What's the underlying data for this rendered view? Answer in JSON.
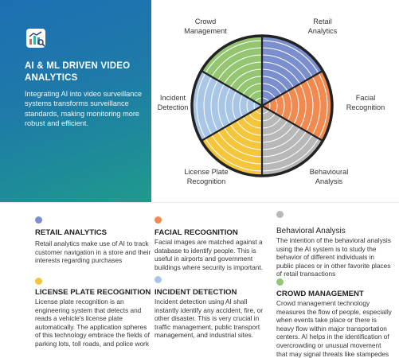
{
  "panel": {
    "icon": "analytics-icon",
    "title": "AI & ML DRIVEN VIDEO ANALYTICS",
    "description": "Integrating AI into video surveillance systems transforms surveillance standards, making monitoring more robust and efficient."
  },
  "wheel": {
    "labels": {
      "crowd": "Crowd Management",
      "retail": "Retail Analytics",
      "facial": "Facial Recognition",
      "behavioural": "Behavioural Analysis",
      "license": "License Plate Recognition",
      "incident": "Incident Detection"
    },
    "colors": {
      "retail": "#7b8fcf",
      "facial": "#f08a50",
      "behavioural": "#b8b8b8",
      "license": "#f5c63c",
      "incident": "#a9c6e6",
      "crowd": "#94c571"
    }
  },
  "items": [
    {
      "key": "retail",
      "title": "RETAIL ANALYTICS",
      "color": "#7b8fcf",
      "text": "Retail analytics make use of AI to track customer navigation in a store and their interests regarding purchases"
    },
    {
      "key": "facial",
      "title": "FACIAL RECOGNITION",
      "color": "#f08a50",
      "text": "Facial images are matched against a database to identify people. This is useful in airports and government buildings where security is important."
    },
    {
      "key": "behavioural",
      "title": "Behavioral Analysis",
      "color": "#b8b8b8",
      "text": "The intention of the behavioral analysis using the AI system is to study the behavior of different individuals in public places or in other favorite places of retail transactions"
    },
    {
      "key": "license",
      "title": "LICENSE PLATE RECOGNITION",
      "color": "#f5c63c",
      "text": "License plate recognition is an engineering system that detects and reads a vehicle's license plate automatically. The application spheres of this technology embrace the fields of parking lots, toll roads, and police work"
    },
    {
      "key": "incident",
      "title": "INCIDENT DETECTION",
      "color": "#a9c6e6",
      "text": "Incident detection using AI shall instantly identify any accident, fire, or other disaster. This is very crucial in traffic management, public transport management, and industrial sites."
    },
    {
      "key": "crowd",
      "title": "CROWD MANAGEMENT",
      "color": "#94c571",
      "text": "Crowd management technology measures the flow of people, especially when events take place or there is heavy flow within major transportation centers. AI helps in the identification of overcrowding or unusual movement that may signal threats like stampedes"
    }
  ]
}
